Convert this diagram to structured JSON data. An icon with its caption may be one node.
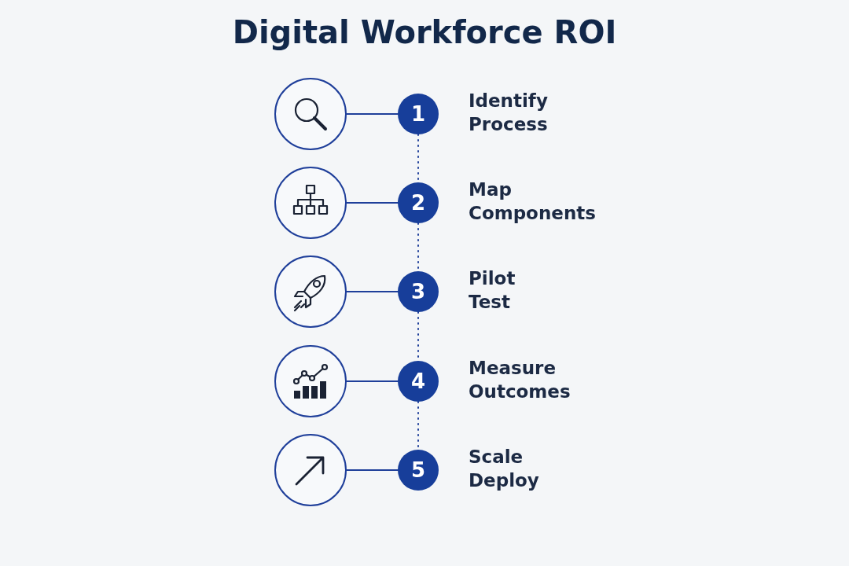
{
  "diagram": {
    "title": "Digital Workforce ROI",
    "nodes": [
      {
        "text": [],
        "shape": "circle"
      },
      {
        "text": [
          "1"
        ],
        "beside": [
          "Identify Process"
        ]
      },
      {
        "text": [],
        "shape": "circle"
      },
      {
        "text": [
          "2"
        ],
        "beside": [
          "Map Components"
        ]
      },
      {
        "text": [],
        "shape": "circle"
      },
      {
        "text": [
          "3"
        ],
        "beside": [
          "Pilot Test"
        ]
      },
      {
        "text": [],
        "shape": "circle"
      },
      {
        "text": [
          "4"
        ],
        "beside": [
          "Measure Outcomes"
        ]
      },
      {
        "text": [],
        "shape": "circle"
      },
      {
        "text": [
          "5"
        ],
        "beside": [
          "Scale Deploy"
        ]
      }
    ],
    "edges": [
      {
        "from": 0,
        "to": 1,
        "arrow": "none"
      },
      {
        "from": 2,
        "to": 3,
        "arrow": "none"
      },
      {
        "from": 4,
        "to": 5,
        "arrow": "none"
      },
      {
        "from": 6,
        "to": 7,
        "arrow": "none"
      },
      {
        "from": 8,
        "to": 9,
        "arrow": "none"
      },
      {
        "from": 1,
        "to": 3,
        "arrow": "none",
        "style": "dashed"
      },
      {
        "from": 3,
        "to": 5,
        "arrow": "none",
        "style": "dashed"
      },
      {
        "from": 5,
        "to": 7,
        "arrow": "none",
        "style": "dashed"
      },
      {
        "from": 7,
        "to": 9,
        "arrow": "none",
        "style": "dashed"
      }
    ]
  }
}
